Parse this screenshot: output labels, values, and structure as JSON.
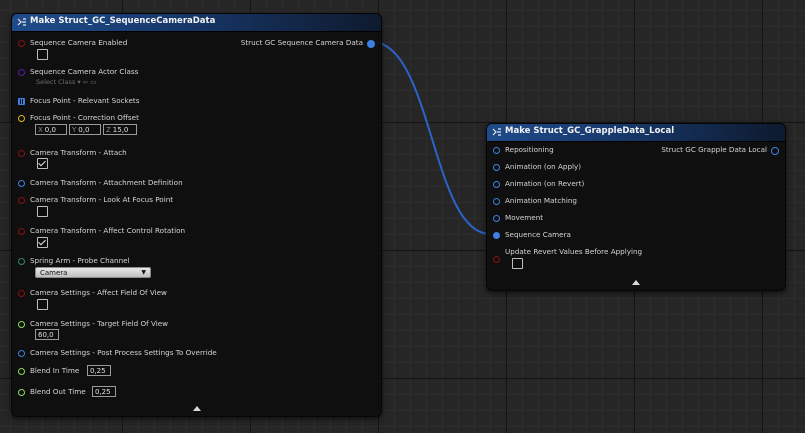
{
  "colors": {
    "struct_pin": "#3f7fe3",
    "bool_pin": "#8a1010",
    "class_pin": "#5a1aa8",
    "vector_pin": "#e0b31d",
    "float_pin": "#8cd960",
    "enum_pin": "#2e8a66",
    "wire": "#2a63c9"
  },
  "node_sequence": {
    "title": "Make Struct_GC_SequenceCameraData",
    "output_label": "Struct GC Sequence Camera Data",
    "pins": {
      "enabled": {
        "label": "Sequence Camera Enabled",
        "checked": false
      },
      "actor_class": {
        "label": "Sequence Camera Actor Class",
        "value": "Select Class"
      },
      "focus_point": {
        "label": "Focus Point - Relevant Sockets"
      },
      "correction_offset": {
        "label": "Focus Point - Correction Offset",
        "x_axis": "X",
        "x": "0,0",
        "y_axis": "Y",
        "y": "0,0",
        "z_axis": "Z",
        "z": "15,0"
      },
      "transform_attach": {
        "label": "Camera Transform - Attach",
        "checked": true
      },
      "attach_definition": {
        "label": "Camera Transform - Attachment Definition"
      },
      "look_at": {
        "label": "Camera Transform - Look At Focus Point",
        "checked": false
      },
      "control_rotation": {
        "label": "Camera Transform - Affect Control Rotation",
        "checked": true
      },
      "probe_channel": {
        "label": "Spring Arm - Probe Channel",
        "value": "Camera"
      },
      "affect_fov": {
        "label": "Camera Settings - Affect Field Of View",
        "checked": false
      },
      "target_fov": {
        "label": "Camera Settings - Target Field Of View",
        "value": "60,0"
      },
      "post_process": {
        "label": "Camera Settings - Post Process Settings To Override"
      },
      "blend_in": {
        "label": "Blend In Time",
        "value": "0,25"
      },
      "blend_out": {
        "label": "Blend Out Time",
        "value": "0,25"
      }
    }
  },
  "node_grapple": {
    "title": "Make Struct_GC_GrappleData_Local",
    "output_label": "Struct GC Grapple Data Local",
    "pins": {
      "repositioning": {
        "label": "Repositioning"
      },
      "anim_apply": {
        "label": "Animation (on Apply)"
      },
      "anim_revert": {
        "label": "Animation (on Revert)"
      },
      "anim_matching": {
        "label": "Animation Matching"
      },
      "movement": {
        "label": "Movement"
      },
      "sequence_camera": {
        "label": "Sequence Camera"
      },
      "update_revert": {
        "label": "Update Revert Values Before Applying",
        "checked": false
      }
    }
  }
}
